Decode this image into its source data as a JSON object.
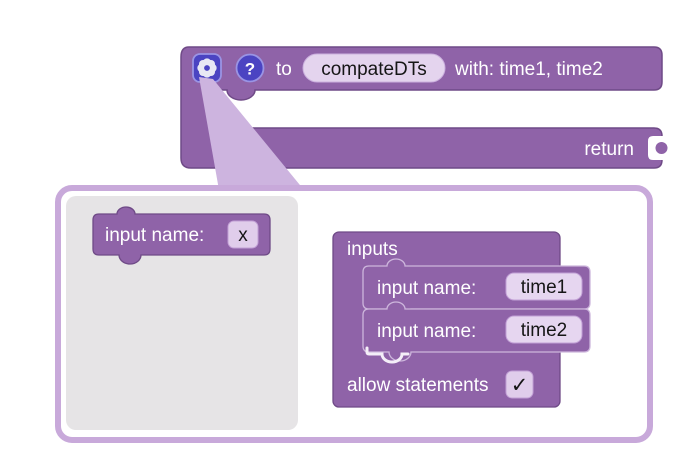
{
  "procedure_block": {
    "to_label": "to",
    "name": "compateDTs",
    "params": "with: time1, time2",
    "return_label": "return",
    "help_glyph": "?"
  },
  "mutator_dialog": {
    "flyout": {
      "block": {
        "label": "input name:",
        "field": "x"
      }
    },
    "container": {
      "title": "inputs",
      "inputs": [
        {
          "label": "input name:",
          "name": "time1"
        },
        {
          "label": "input name:",
          "name": "time2"
        }
      ],
      "allow": {
        "label": "allow statements",
        "check": "✓"
      }
    }
  },
  "icons": {
    "gear": "gear-icon",
    "help": "question-mark-icon"
  },
  "colors": {
    "block_purple": "#8f63a8",
    "block_border": "#6f4a87",
    "field_lavender": "#e4d4ee",
    "field_border": "#c2a0d6",
    "dialog_border": "#c8a9da",
    "flyout_gray": "#e6e4e6",
    "icon_blue": "#4b44c2",
    "icon_ring": "#9a94e4",
    "beam": "#cdb4df",
    "text_dark": "#161616",
    "text_white": "#ffffff"
  }
}
